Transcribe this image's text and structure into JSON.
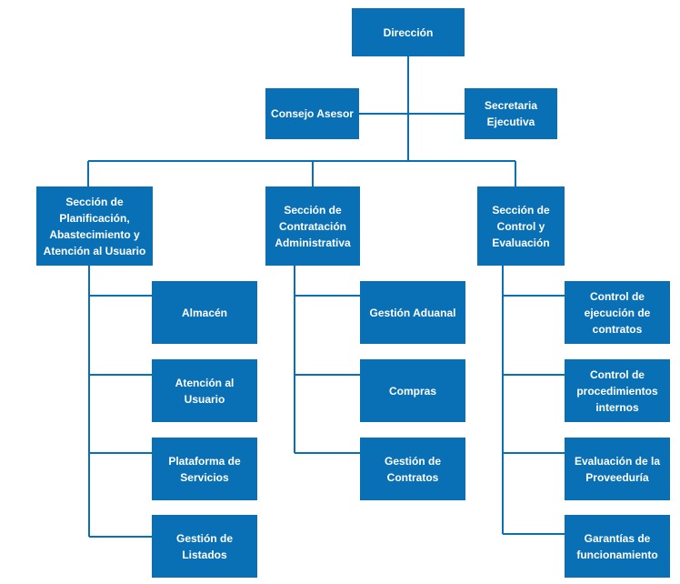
{
  "colors": {
    "box_fill": "#0a70b5",
    "text": "#ffffff",
    "connector": "#0a70b5"
  },
  "top": {
    "direccion": "Dirección"
  },
  "staff": {
    "consejo": "Consejo Asesor",
    "secretaria": "Secretaria\nEjecutiva"
  },
  "sections": [
    {
      "title": "Sección de\nPlanificación,\nAbastecimiento y\nAtención al Usuario",
      "units": [
        "Almacén",
        "Atención al\nUsuario",
        "Plataforma de\nServicios",
        "Gestión de\nListados"
      ]
    },
    {
      "title": "Sección de\nContratación\nAdministrativa",
      "units": [
        "Gestión Aduanal",
        "Compras",
        "Gestión de\nContratos"
      ]
    },
    {
      "title": "Sección de\nControl y\nEvaluación",
      "units": [
        "Control de\nejecución de\ncontratos",
        "Control de\nprocedimientos\ninternos",
        "Evaluación de la\nProveeduría",
        "Garantías de\nfuncionamiento"
      ]
    }
  ]
}
